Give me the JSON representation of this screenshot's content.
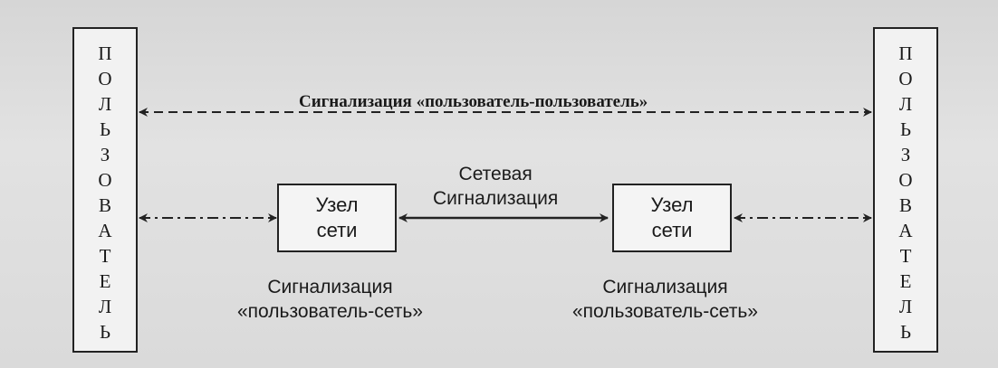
{
  "diagram": {
    "left_user_box": "ПОЛЬЗОВАТЕЛЬ",
    "right_user_box": "ПОЛЬЗОВАТЕЛЬ",
    "top_signaling_label": "Сигнализация «пользователь-пользователь»",
    "network_signaling_label": [
      "Сетевая",
      "Сигнализация"
    ],
    "left_node": [
      "Узел",
      "сети"
    ],
    "right_node": [
      "Узел",
      "сети"
    ],
    "left_user_network_label": [
      "Сигнализация",
      "«пользователь-сеть»"
    ],
    "right_user_network_label": [
      "Сигнализация",
      "«пользователь-сеть»"
    ]
  }
}
